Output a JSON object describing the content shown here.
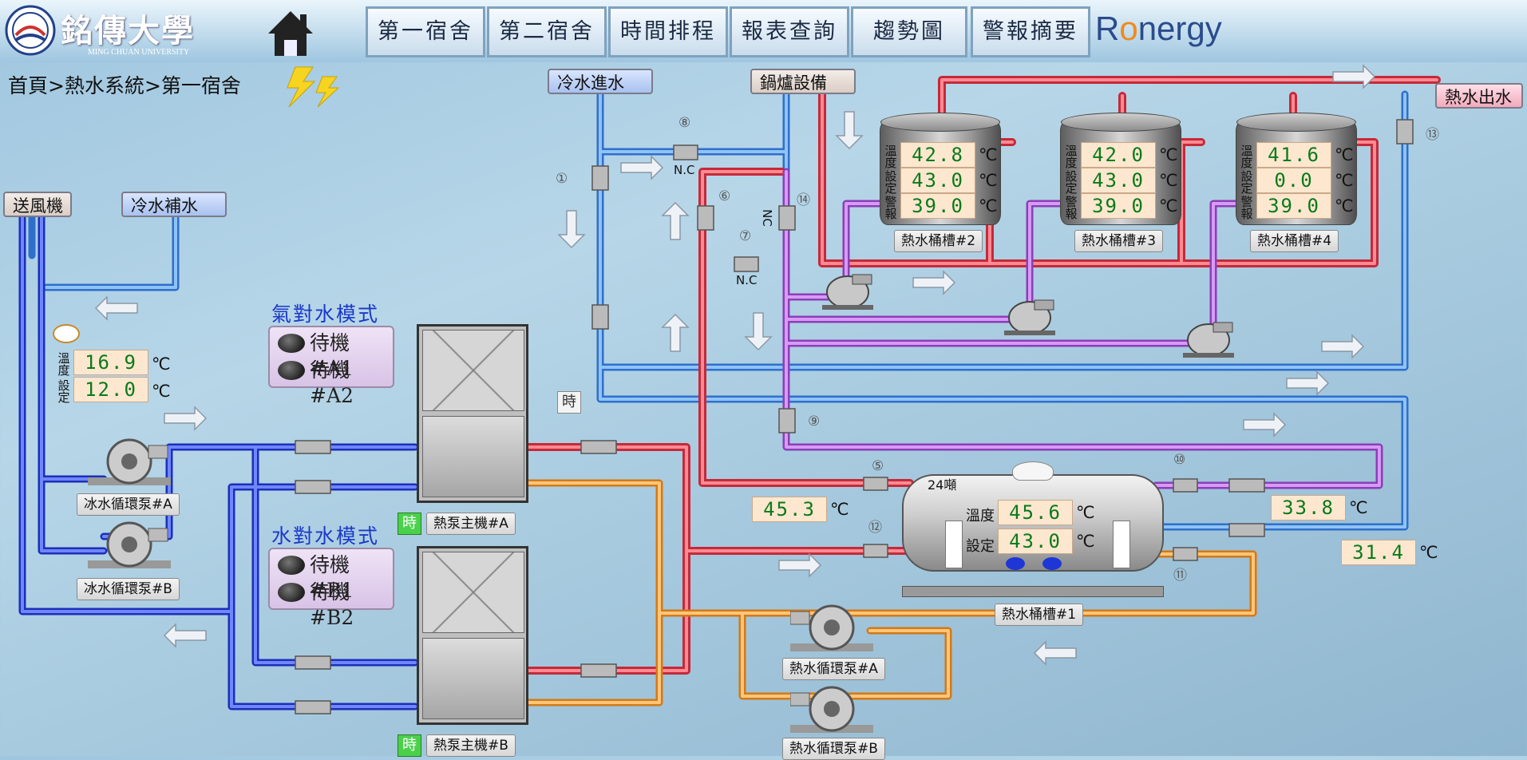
{
  "header": {
    "logo_text": "銘傳大學",
    "logo_sub": "MING CHUAN UNIVERSITY",
    "brand_r": "R",
    "brand_o": "o",
    "brand_rest": "nergy",
    "nav": [
      "第一宿舍",
      "第二宿舍",
      "時間排程",
      "報表查詢",
      "趨勢圖",
      "警報摘要"
    ]
  },
  "breadcrumb": "首頁>熱水系統>第一宿舍",
  "labels": {
    "fan": "送風機",
    "cold_makeup": "冷水補水",
    "cold_in": "冷水進水",
    "boiler": "鍋爐設備",
    "hot_out": "熱水出水"
  },
  "left_sensor": {
    "temp_label": "溫度",
    "set_label": "設定",
    "temp": "16.9",
    "set": "12.0",
    "unit": "℃"
  },
  "pumps": {
    "chill_a": "冰水循環泵#A",
    "chill_b": "冰水循環泵#B",
    "hot_a": "熱水循環泵#A",
    "hot_b": "熱水循環泵#B"
  },
  "modes": {
    "air_title": "氣對水模式",
    "air": [
      "待機#A1",
      "待機#A2"
    ],
    "water_title": "水對水模式",
    "water": [
      "待機#B1",
      "待機#B2"
    ]
  },
  "heat_pumps": {
    "a": "熱泵主機#A",
    "b": "熱泵主機#B",
    "timer": "時"
  },
  "tanks": [
    {
      "name": "熱水桶槽#2",
      "temp": "42.8",
      "set": "43.0",
      "alarm": "39.0"
    },
    {
      "name": "熱水桶槽#3",
      "temp": "42.0",
      "set": "43.0",
      "alarm": "39.0"
    },
    {
      "name": "熱水桶槽#4",
      "temp": "41.6",
      "set": "0.0",
      "alarm": "39.0"
    }
  ],
  "tank_labels": {
    "temp": "溫度",
    "set": "設定",
    "alarm": "警報",
    "unit": "℃"
  },
  "main_tank": {
    "name": "熱水桶槽#1",
    "capacity": "24噸",
    "temp_label": "溫度",
    "set_label": "設定",
    "temp": "45.6",
    "set": "43.0"
  },
  "readings": {
    "r1": "45.3",
    "r2": "33.8",
    "r3": "31.4",
    "unit": "℃"
  },
  "valves": {
    "v1": "①",
    "v5": "⑤",
    "v6": "⑥",
    "v7": "⑦",
    "v8": "⑧",
    "v9": "⑨",
    "v10": "⑩",
    "v11": "⑪",
    "v12": "⑫",
    "v13": "⑬",
    "v14": "⑭",
    "nc": "N.C",
    "nc_v": "NC"
  },
  "colors": {
    "cold": "#3a7fd8",
    "hot": "#e84a5a",
    "purple": "#b36ad6",
    "orange": "#f2a44a",
    "navy": "#3344dd"
  }
}
